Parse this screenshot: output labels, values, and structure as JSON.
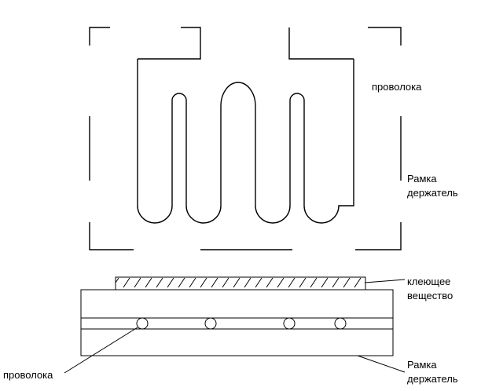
{
  "labels": {
    "wire_top": "проволока",
    "frame_top_line1": "Рамка",
    "frame_top_line2": "держатель",
    "adhesive_line1": "клеющее",
    "adhesive_line2": "вещество",
    "wire_bottom": "проволока",
    "frame_bottom_line1": "Рамка",
    "frame_bottom_line2": "держатель"
  }
}
